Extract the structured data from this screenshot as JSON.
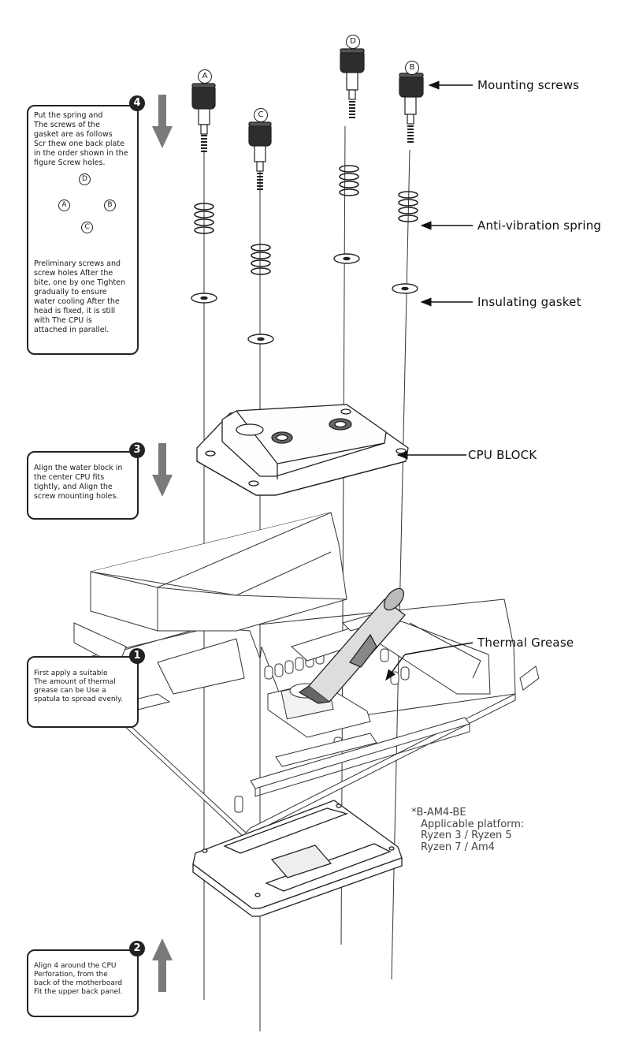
{
  "labels": {
    "mounting_screws": "Mounting screws",
    "anti_vibration_spring": "Anti-vibration spring",
    "insulating_gasket": "Insulating gasket",
    "cpu_block": "CPU BLOCK",
    "thermal_grease": "Thermal Grease"
  },
  "screw_letters": {
    "a": "A",
    "b": "B",
    "c": "C",
    "d": "D"
  },
  "steps": [
    {
      "number": "4",
      "text_top": "Put the spring and\nThe screws of the\ngasket are as follows\nScr thew one back plate\nin the order shown in the\nfigure Screw holes.",
      "diagram": {
        "a": "A",
        "b": "B",
        "c": "C",
        "d": "D"
      },
      "text_bottom": "Preliminary screws and\nscrew holes After the\nbite, one by one Tighten\ngradually to ensure\nwater cooling After the\nhead is fixed, it is still\nwith The CPU is\nattached in parallel."
    },
    {
      "number": "3",
      "text": "Align the water block in\nthe center CPU fits\ntightly, and Align the\nscrew mounting holes."
    },
    {
      "number": "1",
      "text": "First apply a suitable\nThe amount of thermal\ngrease can be Use a\nspatula to spread evenly."
    },
    {
      "number": "2",
      "text": "Align 4 around the CPU\nPerforation, from the\nback of the motherboard\nFit the upper back panel."
    }
  ],
  "platform": {
    "model": "*B-AM4-BE",
    "line1": "Applicable platform:",
    "line2": "Ryzen 3 / Ryzen 5",
    "line3": "Ryzen 7 / Am4"
  },
  "colors": {
    "line": "#222222",
    "arrow_fill": "#7a7a7a"
  }
}
